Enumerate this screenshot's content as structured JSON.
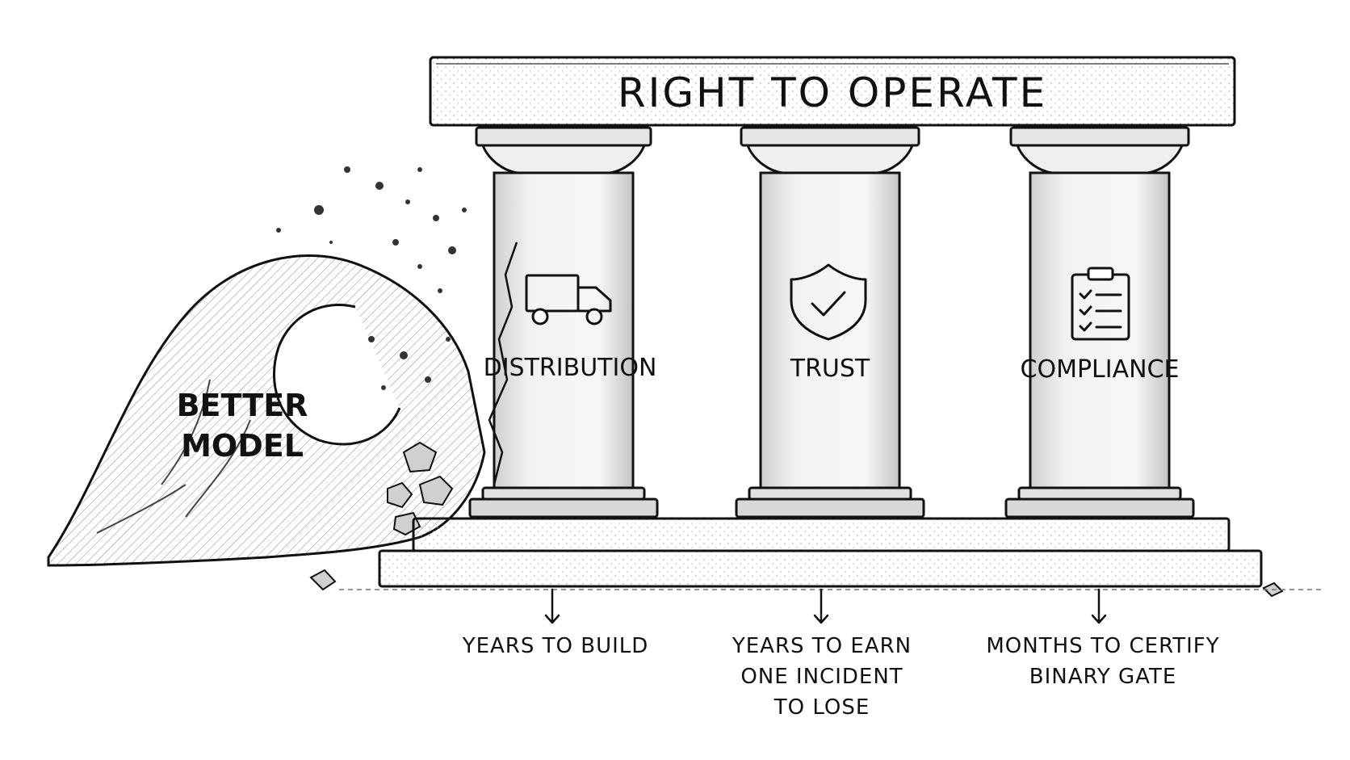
{
  "roof": {
    "title": "RIGHT TO OPERATE"
  },
  "wave": {
    "label_line1": "BETTER",
    "label_line2": "MODEL"
  },
  "pillars": [
    {
      "label": "DISTRIBUTION",
      "icon": "truck-icon",
      "notes": [
        "YEARS TO BUILD"
      ]
    },
    {
      "label": "TRUST",
      "icon": "shield-check-icon",
      "notes": [
        "YEARS TO EARN",
        "ONE INCIDENT",
        "TO LOSE"
      ]
    },
    {
      "label": "COMPLIANCE",
      "icon": "clipboard-checklist-icon",
      "notes": [
        "MONTHS TO CERTIFY",
        "BINARY GATE"
      ]
    }
  ]
}
